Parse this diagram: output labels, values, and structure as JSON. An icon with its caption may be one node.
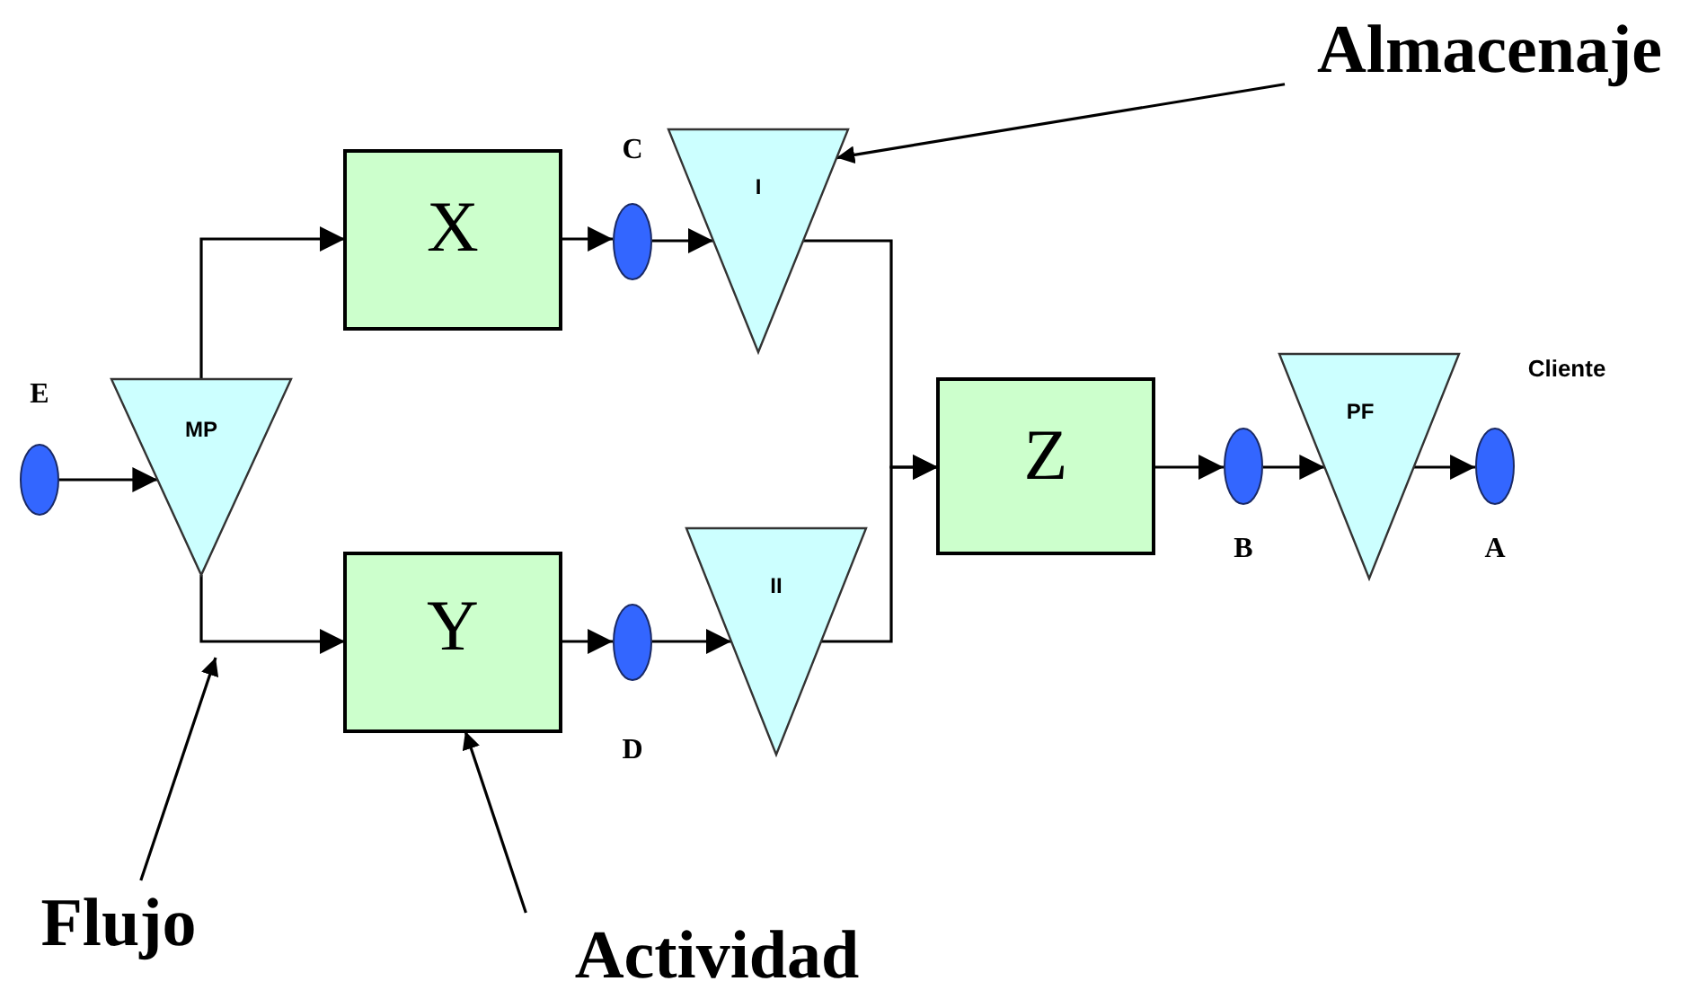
{
  "diagram": {
    "nodes": [
      {
        "text": [],
        "shape": "circle",
        "beside": [
          "E"
        ]
      },
      {
        "text": [
          "MP"
        ]
      },
      {
        "text": [
          "X"
        ]
      },
      {
        "text": [
          "Y"
        ]
      },
      {
        "text": [],
        "shape": "circle",
        "beside": [
          "C"
        ]
      },
      {
        "text": [
          "I"
        ]
      },
      {
        "text": [],
        "shape": "circle",
        "beside": [
          "D"
        ]
      },
      {
        "text": [
          "II"
        ]
      },
      {
        "text": [
          "Z"
        ]
      },
      {
        "text": [],
        "shape": "circle",
        "beside": [
          "B"
        ]
      },
      {
        "text": [
          "PF"
        ]
      },
      {
        "text": [],
        "shape": "circle",
        "beside": [
          "Cliente",
          "A"
        ]
      },
      {
        "text": [
          "Almacenaje"
        ]
      },
      {
        "text": [
          "Flujo"
        ]
      },
      {
        "text": [
          "Actividad"
        ]
      }
    ],
    "edges": [
      {
        "from": 0,
        "to": 1,
        "arrow": "to"
      },
      {
        "from": 1,
        "to": 2,
        "arrow": "to"
      },
      {
        "from": 1,
        "to": 3,
        "arrow": "to"
      },
      {
        "from": 2,
        "to": 4,
        "arrow": "to"
      },
      {
        "from": 4,
        "to": 5,
        "arrow": "to"
      },
      {
        "from": 3,
        "to": 6,
        "arrow": "to"
      },
      {
        "from": 6,
        "to": 7,
        "arrow": "to"
      },
      {
        "from": 5,
        "to": 8,
        "arrow": "to"
      },
      {
        "from": 7,
        "to": 8,
        "arrow": "to"
      },
      {
        "from": 8,
        "to": 9,
        "arrow": "to"
      },
      {
        "from": 9,
        "to": 10,
        "arrow": "to"
      },
      {
        "from": 10,
        "to": 11,
        "arrow": "to"
      },
      {
        "from": 12,
        "to": 5,
        "arrow": "to"
      },
      {
        "from": 13,
        "to": null,
        "arrow": "to"
      },
      {
        "from": 14,
        "to": 3,
        "arrow": "to"
      }
    ]
  }
}
